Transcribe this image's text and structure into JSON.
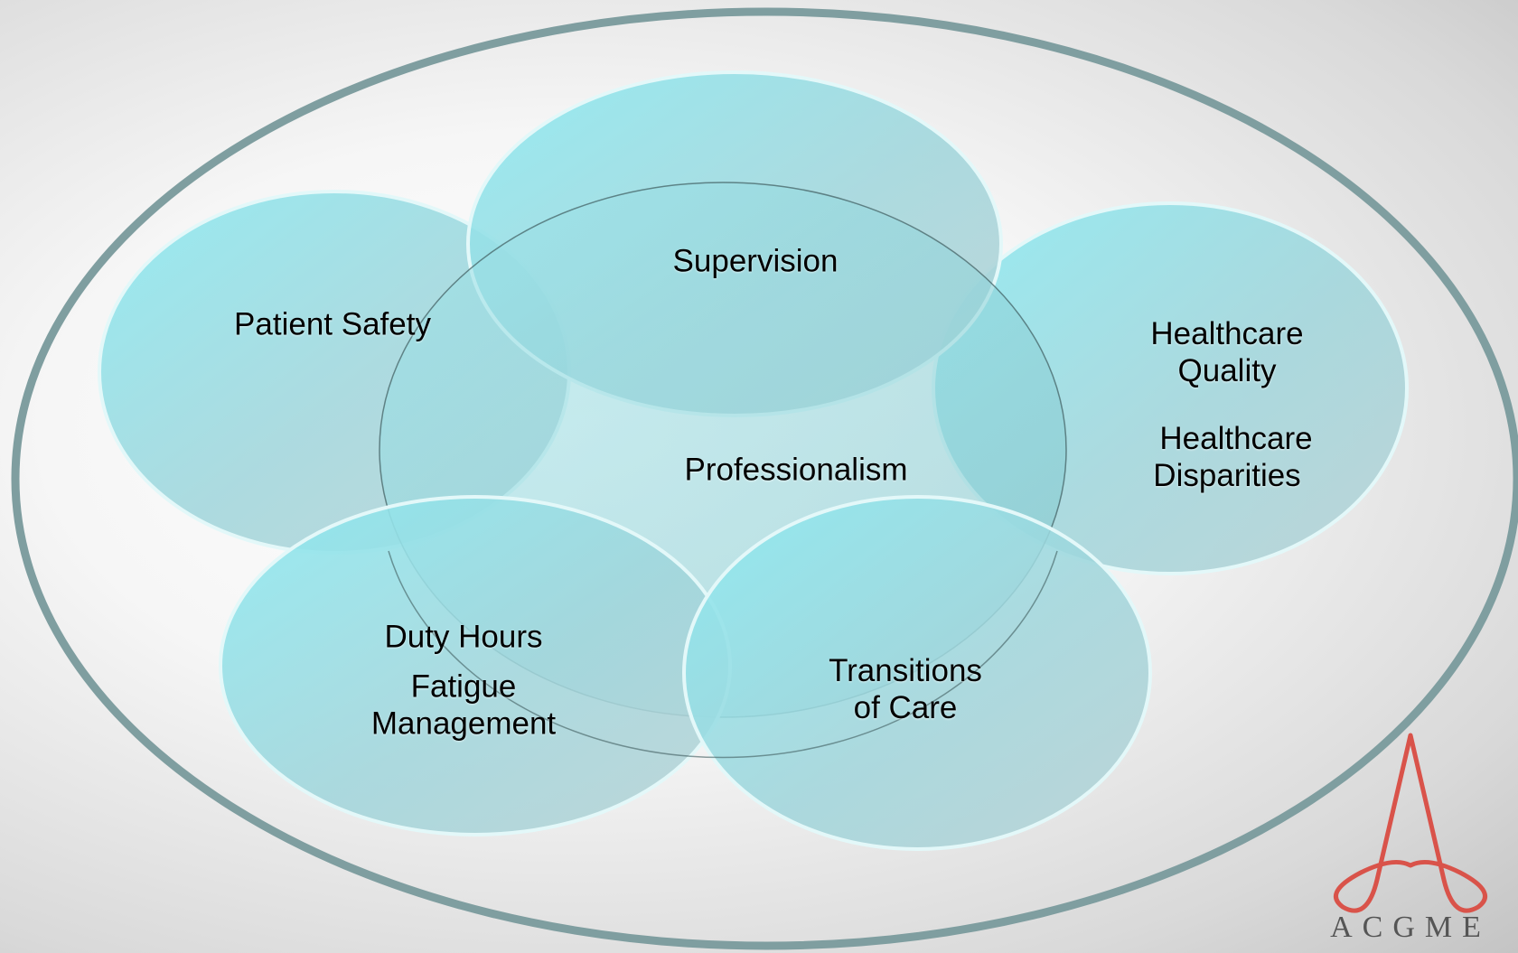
{
  "diagram": {
    "center": "Professionalism",
    "circles": [
      {
        "id": "supervision",
        "lines": [
          "Supervision"
        ]
      },
      {
        "id": "patient-safety",
        "lines": [
          "Patient Safety"
        ]
      },
      {
        "id": "healthcare",
        "lines": [
          "Healthcare",
          "Quality",
          "",
          "Healthcare",
          "Disparities"
        ]
      },
      {
        "id": "duty-hours",
        "lines": [
          "Duty Hours",
          "",
          "Fatigue",
          "Management"
        ]
      },
      {
        "id": "transitions",
        "lines": [
          "Transitions",
          "of Care"
        ]
      }
    ],
    "colors": {
      "outer_ring": "#7f9ea0",
      "circle_fill": "#8fdde4",
      "circle_fill_dark": "#a9c8cc",
      "circle_edge": "#dff7f8",
      "logo": "#d9534a"
    }
  },
  "logo": {
    "text": "ACGME"
  }
}
